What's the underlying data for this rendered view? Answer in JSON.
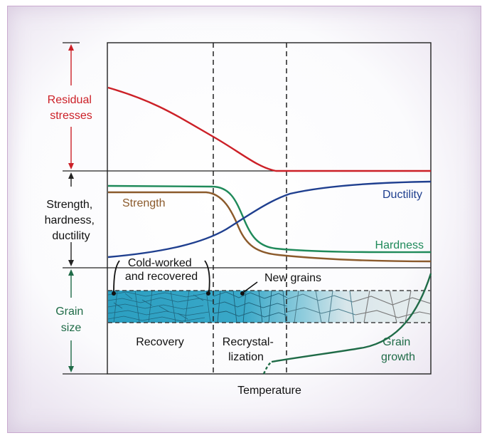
{
  "labels": {
    "residual_line1": "Residual",
    "residual_line2": "stresses",
    "strength_line1": "Strength,",
    "strength_line2": "hardness,",
    "strength_line3": "ductility",
    "grain_line1": "Grain",
    "grain_line2": "size",
    "strength_curve": "Strength",
    "ductility_curve": "Ductility",
    "hardness_curve": "Hardness",
    "cold_worked_line1": "Cold-worked",
    "cold_worked_line2": "and recovered",
    "new_grains": "New grains",
    "recovery": "Recovery",
    "recryst_line1": "Recrystal-",
    "recryst_line2": "lization",
    "grain_growth_line1": "Grain",
    "grain_growth_line2": "growth",
    "x_axis": "Temperature"
  },
  "colors": {
    "residual": "#cc2027",
    "strength": "#8b5a2b",
    "hardness": "#1f8a5a",
    "ductility": "#1f3f8f",
    "grain": "#1f6b47",
    "grain_strip": "#2fa3c4",
    "axis": "#222222"
  }
}
